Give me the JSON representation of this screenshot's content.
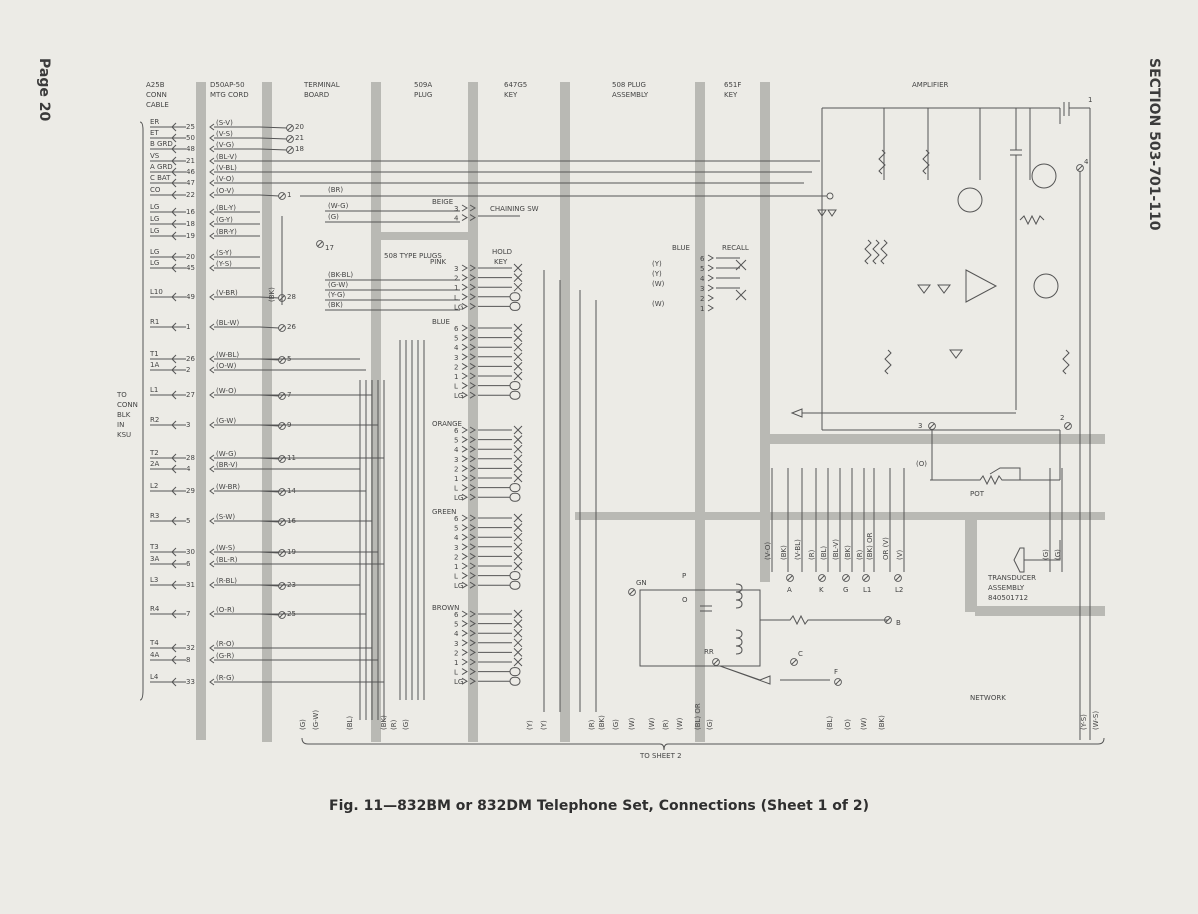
{
  "page_number": "Page 20",
  "section": "SECTION 503-701-110",
  "caption": "Fig. 11—832BM or 832DM Telephone Set, Connections (Sheet 1 of 2)",
  "headers": [
    {
      "l1": "A25B",
      "l2": "CONN",
      "l3": "CABLE"
    },
    {
      "l1": "D50AP-50",
      "l2": "MTG CORD"
    },
    {
      "l1": "TERMINAL",
      "l2": "BOARD"
    },
    {
      "l1": "509A",
      "l2": "PLUG"
    },
    {
      "l1": "647G5",
      "l2": "KEY"
    },
    {
      "l1": "508 PLUG",
      "l2": "ASSEMBLY"
    },
    {
      "l1": "651F",
      "l2": "KEY"
    },
    {
      "l1": "AMPLIFIER"
    }
  ],
  "left_note": [
    "TO",
    "CONN",
    "BLK",
    "IN",
    "KSU"
  ],
  "cable_leads": [
    {
      "label": "ER",
      "pin": "25",
      "color": "(S-V)",
      "term": "20"
    },
    {
      "label": "ET",
      "pin": "50",
      "color": "(V-S)",
      "term": "21"
    },
    {
      "label": "B GRD",
      "pin": "48",
      "color": "(V-G)",
      "term": "18"
    },
    {
      "label": "VS",
      "pin": "21",
      "color": "(BL-V)",
      "term": ""
    },
    {
      "label": "A GRD",
      "pin": "46",
      "color": "(V-BL)",
      "term": ""
    },
    {
      "label": "C BAT",
      "pin": "47",
      "color": "(V-O)",
      "term": ""
    },
    {
      "label": "CO",
      "pin": "22",
      "color": "(O-V)",
      "term": "1"
    },
    {
      "label": "LG",
      "pin": "16",
      "color": "(BL-Y)",
      "term": ""
    },
    {
      "label": "LG",
      "pin": "18",
      "color": "(G-Y)",
      "term": ""
    },
    {
      "label": "LG",
      "pin": "19",
      "color": "(BR-Y)",
      "term": ""
    },
    {
      "label": "LG",
      "pin": "20",
      "color": "(S-Y)",
      "term": ""
    },
    {
      "label": "LG",
      "pin": "45",
      "color": "(Y-S)",
      "term": ""
    },
    {
      "label": "L10",
      "pin": "49",
      "color": "(V-BR)",
      "term": "28"
    },
    {
      "label": "R1",
      "pin": "1",
      "color": "(BL-W)",
      "term": "26"
    },
    {
      "label": "T1",
      "pin": "26",
      "color": "(W-BL)",
      "term": "5"
    },
    {
      "label": "1A",
      "pin": "2",
      "color": "(O-W)",
      "term": ""
    },
    {
      "label": "L1",
      "pin": "27",
      "color": "(W-O)",
      "term": "7"
    },
    {
      "label": "R2",
      "pin": "3",
      "color": "(G-W)",
      "term": "9"
    },
    {
      "label": "T2",
      "pin": "28",
      "color": "(W-G)",
      "term": "11"
    },
    {
      "label": "2A",
      "pin": "4",
      "color": "(BR-V)",
      "term": ""
    },
    {
      "label": "L2",
      "pin": "29",
      "color": "(W-BR)",
      "term": "14"
    },
    {
      "label": "R3",
      "pin": "5",
      "color": "(S-W)",
      "term": "16"
    },
    {
      "label": "T3",
      "pin": "30",
      "color": "(W-S)",
      "term": "19"
    },
    {
      "label": "3A",
      "pin": "6",
      "color": "(BL-R)",
      "term": ""
    },
    {
      "label": "L3",
      "pin": "31",
      "color": "(R-BL)",
      "term": "23"
    },
    {
      "label": "R4",
      "pin": "7",
      "color": "(O-R)",
      "term": "25"
    },
    {
      "label": "T4",
      "pin": "32",
      "color": "(R-O)",
      "term": ""
    },
    {
      "label": "4A",
      "pin": "8",
      "color": "(G-R)",
      "term": ""
    },
    {
      "label": "L4",
      "pin": "33",
      "color": "(R-G)",
      "term": ""
    }
  ],
  "terminal_extra": [
    "17"
  ],
  "cord_colors": [
    "(BR)",
    "(W-G)",
    "(G)",
    "(BK-BL)",
    "(G-W)",
    "(Y-G)",
    "(BK)",
    "(BK)"
  ],
  "plug_groups": [
    {
      "name": "BEIGE",
      "pins": [
        "3",
        "4"
      ]
    },
    {
      "name": "PINK",
      "pins": [
        "3",
        "2",
        "1",
        "L",
        "LG"
      ]
    },
    {
      "name": "BLUE",
      "pins": [
        "6",
        "5",
        "4",
        "3",
        "2",
        "1",
        "L",
        "LG"
      ]
    },
    {
      "name": "ORANGE",
      "pins": [
        "6",
        "5",
        "4",
        "3",
        "2",
        "1",
        "L",
        "LG"
      ]
    },
    {
      "name": "GREEN",
      "pins": [
        "6",
        "5",
        "4",
        "3",
        "2",
        "1",
        "L",
        "LG"
      ]
    },
    {
      "name": "BROWN",
      "pins": [
        "6",
        "5",
        "4",
        "3",
        "2",
        "1",
        "L",
        "LG"
      ]
    }
  ],
  "type_plugs_label": "508 TYPE PLUGS",
  "chaining_sw": "CHAINING SW",
  "hold_key": [
    "HOLD",
    "KEY"
  ],
  "recall": {
    "blue": "BLUE",
    "recall": "RECALL",
    "pins": [
      "6",
      "5",
      "4",
      "3",
      "2",
      "1"
    ],
    "colors": [
      "(Y)",
      "(Y)",
      "(W)",
      "(W)"
    ]
  },
  "bottom_colors": [
    "(G)",
    "(G-W)",
    "(BL)",
    "(BK)",
    "(R)",
    "(G)",
    "(Y)",
    "(Y)",
    "(R)",
    "(BK)",
    "(G)",
    "(W)",
    "(W)",
    "(R)",
    "(W)",
    "(BL) OR",
    "(G)",
    "(BL)",
    "(O)",
    "(W)",
    "(BK)",
    "(Y-S)",
    "(W-S)"
  ],
  "to_sheet": "TO SHEET 2",
  "amp_terms": {
    "t1": "1",
    "t2": "2",
    "t3": "3",
    "t4": "4",
    "o": "(O)",
    "pot": "POT"
  },
  "amp_vertical_colors": [
    "(V-O)",
    "(BK)",
    "(V-BL)",
    "(R)",
    "(BL)",
    "(BL-V)",
    "(BK)",
    "(R)",
    "(BK) OR",
    "OR (V)",
    "(V)",
    "(G)",
    "(G)"
  ],
  "bottom_terms": [
    "A",
    "K",
    "G",
    "L1",
    "L2"
  ],
  "network": {
    "label": "NETWORK",
    "gn": "GN",
    "rr": "RR",
    "p": "P",
    "o": "O",
    "b": "B",
    "c": "C",
    "f": "F"
  },
  "transducer": [
    "TRANSDUCER",
    "ASSEMBLY",
    "840501712"
  ]
}
